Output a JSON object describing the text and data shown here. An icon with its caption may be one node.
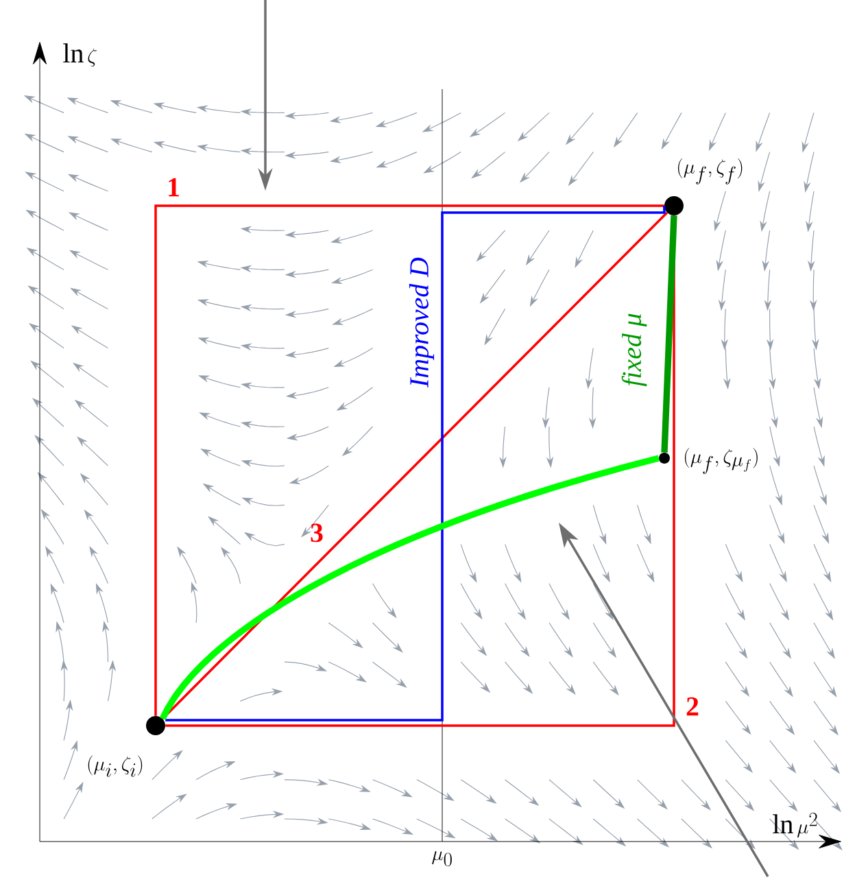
{
  "diagram": {
    "nodes": [
      {
        "text": [],
        "shape": "circle",
        "beside": [
          "(\\mu_f,\\zeta_f)"
        ]
      },
      {
        "text": [],
        "shape": "circle",
        "beside": [
          "(\\mu_f,\\zeta_{\\mu_f})"
        ]
      },
      {
        "text": [],
        "shape": "circle",
        "beside": [
          "(\\mu_i,\\zeta_i)"
        ]
      }
    ],
    "edges": [
      {
        "from": 2,
        "to": 0,
        "arrow": "none",
        "label": "1"
      },
      {
        "from": 2,
        "to": 0,
        "arrow": "none",
        "label": "2"
      },
      {
        "from": 2,
        "to": 0,
        "arrow": "none",
        "label": "3"
      },
      {
        "from": 2,
        "to": 0,
        "arrow": "none",
        "label": "Improved D",
        "color": "#0000ff"
      },
      {
        "from": 2,
        "to": 1,
        "arrow": "none",
        "style": "thick",
        "color": "#00ff00"
      },
      {
        "from": 1,
        "to": 0,
        "arrow": "none",
        "label": "fixed μ",
        "style": "thick",
        "color": "#009900"
      }
    ],
    "labels": [
      "\\ln\\zeta",
      "\\ln\\mu^2",
      "\\mu_0"
    ]
  }
}
